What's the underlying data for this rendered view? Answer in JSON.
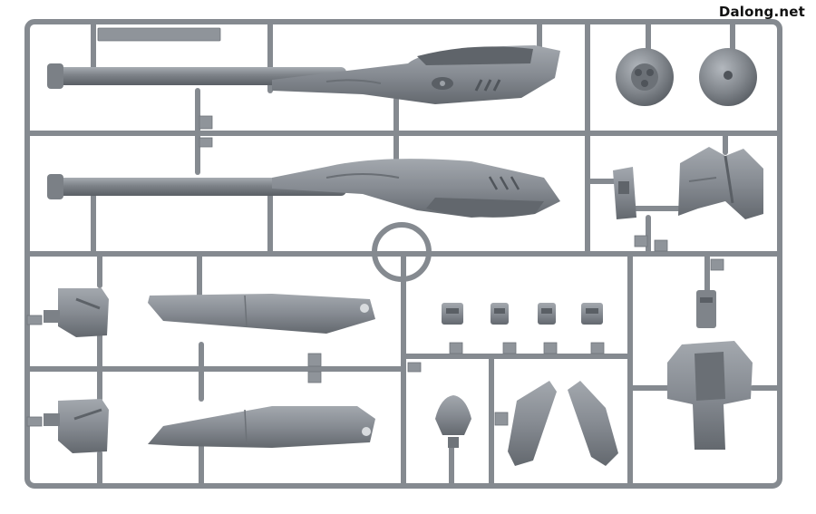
{
  "watermark": {
    "text": "Dalong.net"
  },
  "colors": {
    "background": "#ffffff",
    "runner": "#8d9298",
    "runner_edge": "#6f747a",
    "part": "#868b92",
    "part_light": "#a3a8ae",
    "part_dark": "#5c6167"
  },
  "parts": [
    {
      "id": "long-barrel-upper"
    },
    {
      "id": "long-barrel-lower"
    },
    {
      "id": "sphere-joint-left"
    },
    {
      "id": "sphere-joint-right"
    },
    {
      "id": "shoulder-block-small"
    },
    {
      "id": "shoulder-armor"
    },
    {
      "id": "side-block-upper"
    },
    {
      "id": "side-block-lower"
    },
    {
      "id": "wing-plate-upper"
    },
    {
      "id": "wing-plate-lower"
    },
    {
      "id": "small-joint-1"
    },
    {
      "id": "small-joint-2"
    },
    {
      "id": "small-joint-3"
    },
    {
      "id": "small-joint-4"
    },
    {
      "id": "nozzle-part"
    },
    {
      "id": "fin-left"
    },
    {
      "id": "fin-right"
    },
    {
      "id": "backpack-part"
    }
  ]
}
